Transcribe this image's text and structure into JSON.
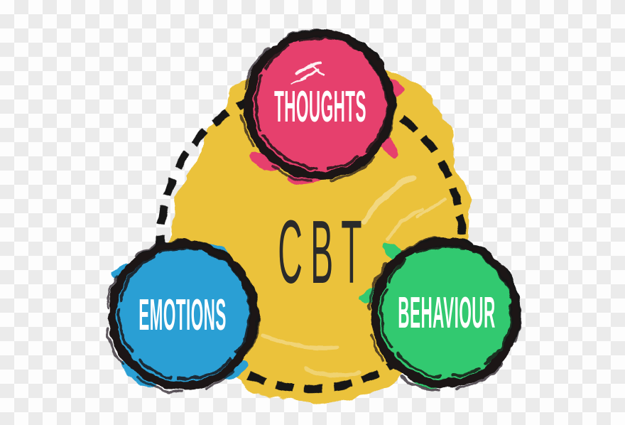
{
  "diagram": {
    "center_label": "CBT",
    "nodes": [
      {
        "id": "thoughts",
        "label": "THOUGHTS",
        "color": "#e6406d"
      },
      {
        "id": "emotions",
        "label": "EMOTIONS",
        "color": "#2b9fd4"
      },
      {
        "id": "behaviour",
        "label": "BEHAVIOUR",
        "color": "#30c96f"
      }
    ],
    "colors": {
      "center_blob": "#ebc23a",
      "ring": "#1a1517",
      "dashed_outline": "#141414",
      "node_text": "#ffffff",
      "center_text": "#2a2a2a",
      "checker_light": "#fdfdfd",
      "checker_dark": "#ebebeb"
    }
  }
}
